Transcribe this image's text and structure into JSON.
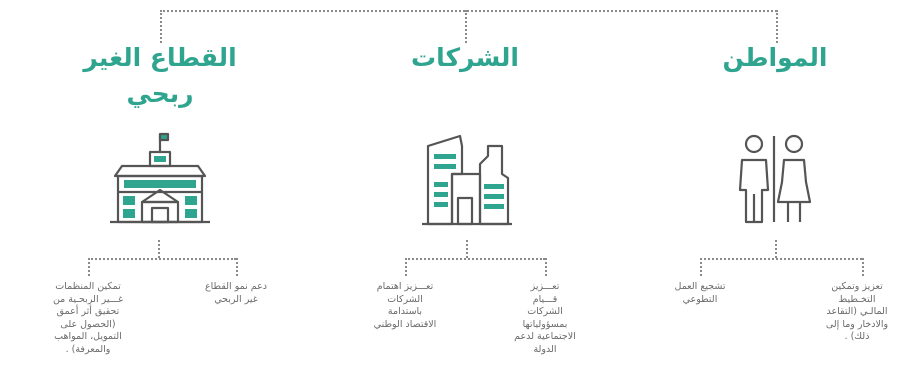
{
  "columns": {
    "nonprofit": {
      "title_line1": "القطاع الغير",
      "title_line2": "ربحي",
      "items": [
        {
          "line1": "دعم نمو القطاع",
          "line2": "غير الربحي",
          "line3": "",
          "line4": "",
          "line5": "",
          "line6": ""
        },
        {
          "line1": "تمكين المنظمات",
          "line2": "غـــير الربحـية من",
          "line3": "تحقيق أثر أعمق",
          "line4": "(الحصول على",
          "line5": "التمويل، المواهب",
          "line6": "والمعرفة) ."
        }
      ]
    },
    "companies": {
      "title": "الشركات",
      "items": [
        {
          "line1": "تعـــزيز اهتمام",
          "line2": "الشركات",
          "line3": "باستدامة",
          "line4": "الاقتصاد الوطني",
          "line5": "",
          "line6": ""
        },
        {
          "line1": "تعـــزيز",
          "line2": "قـــيام",
          "line3": "الشركات",
          "line4": "بمسؤولياتها",
          "line5": "الاجتماعية لدعم",
          "line6": "الدولة"
        }
      ]
    },
    "citizen": {
      "title": "المواطن",
      "items": [
        {
          "line1": "تشجيع العمل",
          "line2": "التطوعي",
          "line3": "",
          "line4": "",
          "line5": ""
        },
        {
          "line1": "تعزيز وتمكين",
          "line2": "التخـطيط",
          "line3": "المالـي (التقاعد",
          "line4": "والادخار وما إلى",
          "line5": "ذلك) ."
        }
      ]
    }
  },
  "colors": {
    "accent": "#2fa48f",
    "icon_stroke": "#555555",
    "text": "#6a6a6a",
    "connector": "#8a8a8a"
  },
  "icons": [
    "school-building-icon",
    "office-buildings-icon",
    "man-woman-icon"
  ]
}
